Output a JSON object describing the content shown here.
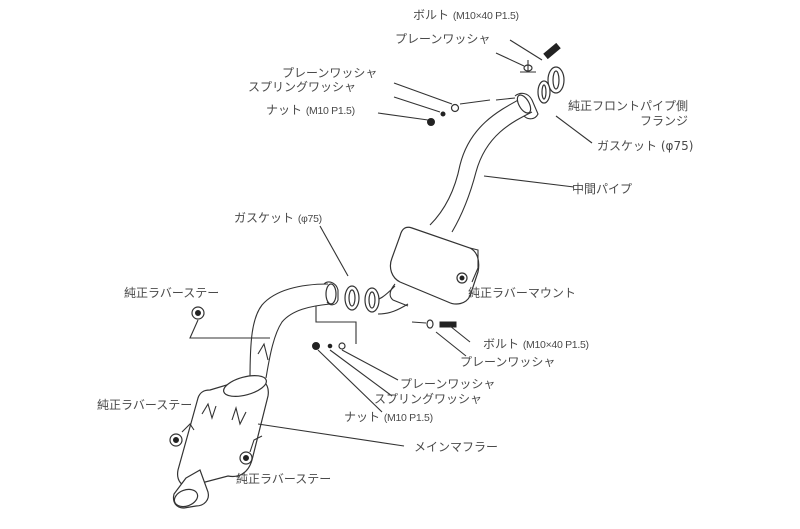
{
  "diagram": {
    "title": "Exhaust system exploded parts diagram",
    "labels": {
      "bolt_top": {
        "name": "ボルト",
        "spec": "(M10×40  P1.5)"
      },
      "plain_washer_top": {
        "name": "プレーンワッシャ"
      },
      "plain_washer_upper_left": {
        "name": "プレーンワッシャ"
      },
      "spring_washer_upper_left": {
        "name": "スプリングワッシャ"
      },
      "nut_upper_left": {
        "name": "ナット",
        "spec": "(M10 P1.5)"
      },
      "oem_front_pipe_flange": {
        "line1": "純正フロントパイプ側",
        "line2": "フランジ"
      },
      "gasket_right": {
        "name": "ガスケット",
        "spec": "(φ75)"
      },
      "center_pipe": {
        "name": "中間パイプ"
      },
      "gasket_middle": {
        "name": "ガスケット",
        "spec": "(φ75)"
      },
      "rubber_stay_left_top": {
        "name": "純正ラバーステー"
      },
      "rubber_mount": {
        "name": "純正ラバーマウント"
      },
      "bolt_middle": {
        "name": "ボルト",
        "spec": "(M10×40  P1.5)"
      },
      "plain_washer_middle": {
        "name": "プレーンワッシャ"
      },
      "plain_washer_lower": {
        "name": "プレーンワッシャ"
      },
      "spring_washer_lower": {
        "name": "スプリングワッシャ"
      },
      "nut_lower": {
        "name": "ナット",
        "spec": "(M10 P1.5)"
      },
      "rubber_stay_left_bottom": {
        "name": "純正ラバーステー"
      },
      "main_muffler": {
        "name": "メインマフラー"
      },
      "rubber_stay_bottom": {
        "name": "純正ラバーステー"
      }
    }
  }
}
